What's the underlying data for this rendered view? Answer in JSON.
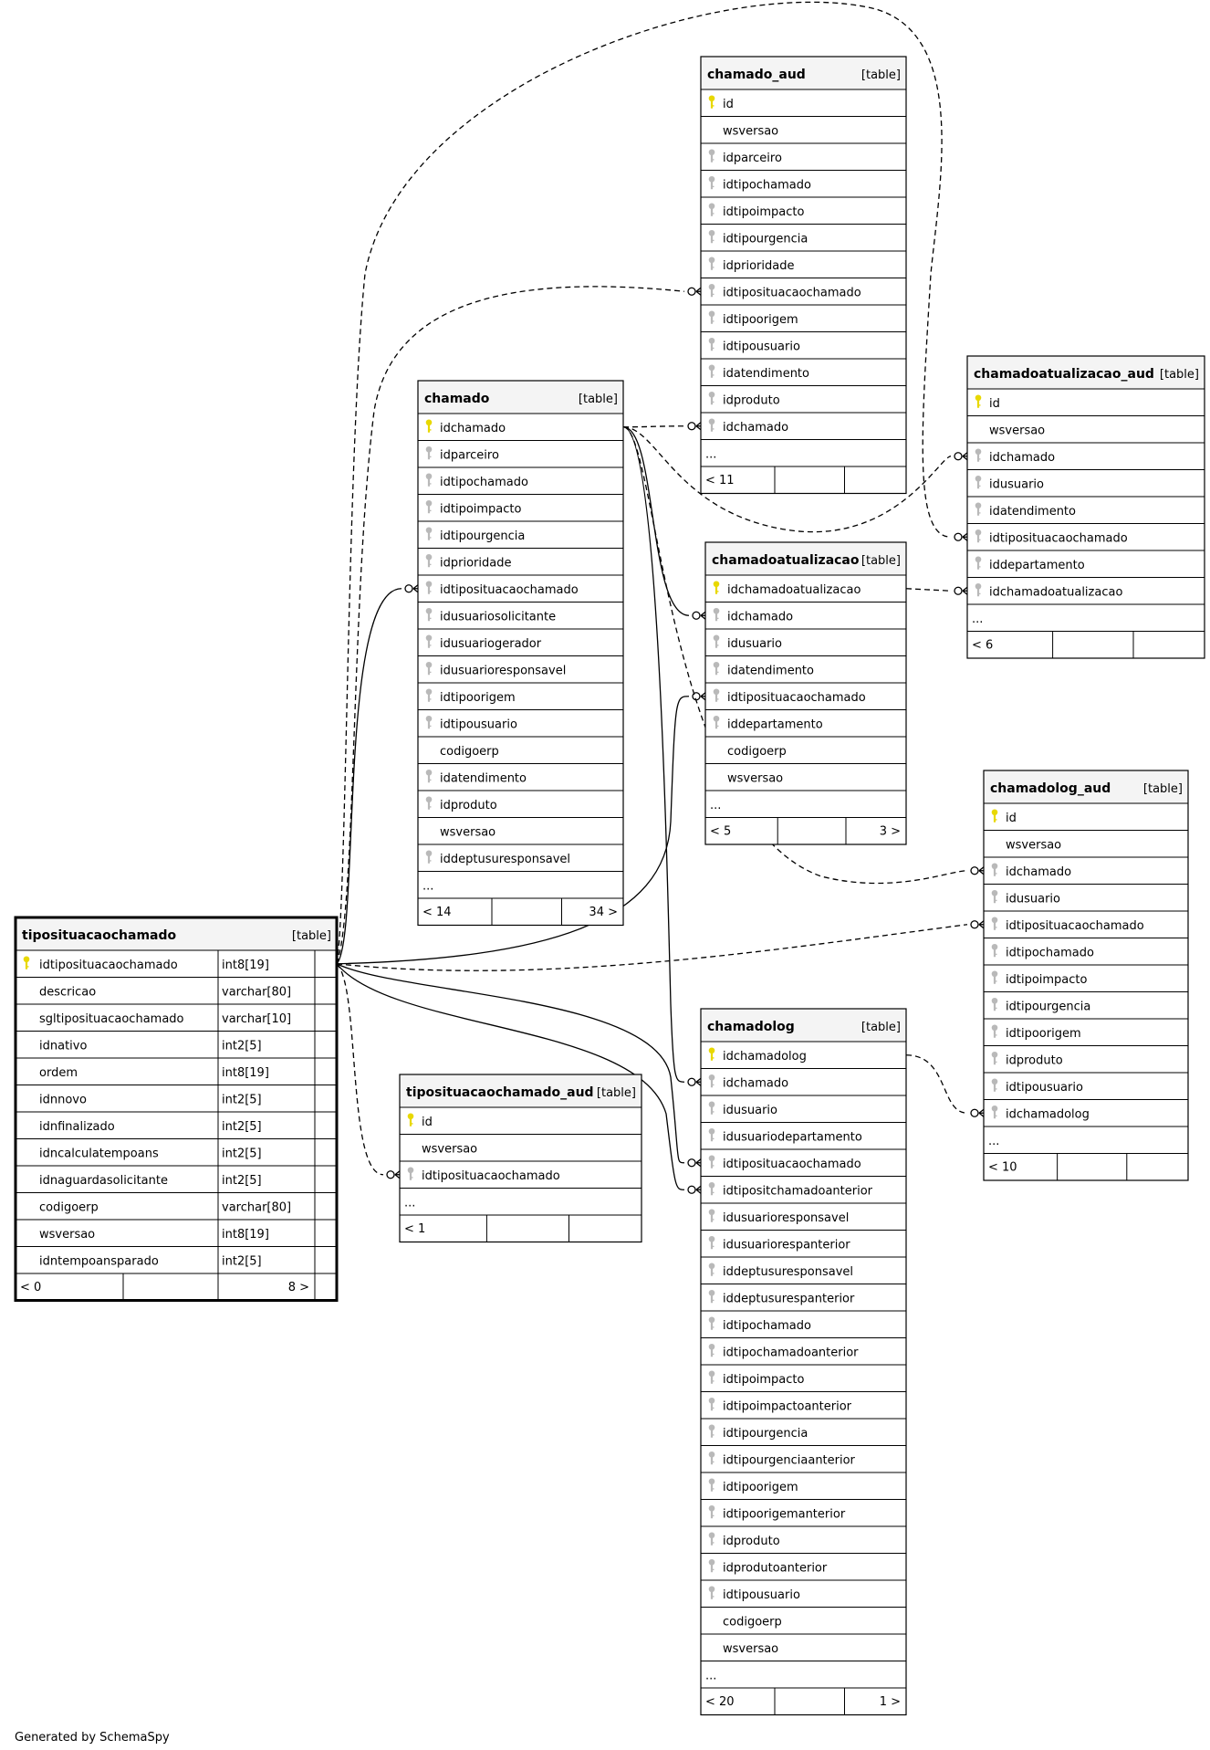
{
  "footer": {
    "generated": "Generated by SchemaSpy"
  },
  "colors": {
    "header_bg": "#f4f4f4",
    "border": "#000000",
    "pk_icon": "#e8d800",
    "fk_icon": "#b9b9b9",
    "edge": "#000000"
  },
  "tables": [
    {
      "id": "chamado_aud",
      "name": "chamado_aud",
      "tag": "[table]",
      "columns": [
        {
          "name": "id",
          "icon": "pk"
        },
        {
          "name": "wsversao",
          "icon": "none"
        },
        {
          "name": "idparceiro",
          "icon": "fk"
        },
        {
          "name": "idtipochamado",
          "icon": "fk"
        },
        {
          "name": "idtipoimpacto",
          "icon": "fk"
        },
        {
          "name": "idtipourgencia",
          "icon": "fk"
        },
        {
          "name": "idprioridade",
          "icon": "fk"
        },
        {
          "name": "idtiposituacaochamado",
          "icon": "fk"
        },
        {
          "name": "idtipoorigem",
          "icon": "fk"
        },
        {
          "name": "idtipousuario",
          "icon": "fk"
        },
        {
          "name": "idatendimento",
          "icon": "fk"
        },
        {
          "name": "idproduto",
          "icon": "fk"
        },
        {
          "name": "idchamado",
          "icon": "fk"
        },
        {
          "name": "...",
          "icon": "none"
        }
      ],
      "footer": {
        "left": "< 11",
        "right": ""
      }
    },
    {
      "id": "chamado",
      "name": "chamado",
      "tag": "[table]",
      "columns": [
        {
          "name": "idchamado",
          "icon": "pk"
        },
        {
          "name": "idparceiro",
          "icon": "fk"
        },
        {
          "name": "idtipochamado",
          "icon": "fk"
        },
        {
          "name": "idtipoimpacto",
          "icon": "fk"
        },
        {
          "name": "idtipourgencia",
          "icon": "fk"
        },
        {
          "name": "idprioridade",
          "icon": "fk"
        },
        {
          "name": "idtiposituacaochamado",
          "icon": "fk"
        },
        {
          "name": "idusuariosolicitante",
          "icon": "fk"
        },
        {
          "name": "idusuariogerador",
          "icon": "fk"
        },
        {
          "name": "idusuarioresponsavel",
          "icon": "fk"
        },
        {
          "name": "idtipoorigem",
          "icon": "fk"
        },
        {
          "name": "idtipousuario",
          "icon": "fk"
        },
        {
          "name": "codigoerp",
          "icon": "none"
        },
        {
          "name": "idatendimento",
          "icon": "fk"
        },
        {
          "name": "idproduto",
          "icon": "fk"
        },
        {
          "name": "wsversao",
          "icon": "none"
        },
        {
          "name": "iddeptusuresponsavel",
          "icon": "fk"
        },
        {
          "name": "...",
          "icon": "none"
        }
      ],
      "footer": {
        "left": "< 14",
        "right": "34 >"
      }
    },
    {
      "id": "chamadoatualizacao_aud",
      "name": "chamadoatualizacao_aud",
      "tag": "[table]",
      "columns": [
        {
          "name": "id",
          "icon": "pk"
        },
        {
          "name": "wsversao",
          "icon": "none"
        },
        {
          "name": "idchamado",
          "icon": "fk"
        },
        {
          "name": "idusuario",
          "icon": "fk"
        },
        {
          "name": "idatendimento",
          "icon": "fk"
        },
        {
          "name": "idtiposituacaochamado",
          "icon": "fk"
        },
        {
          "name": "iddepartamento",
          "icon": "fk"
        },
        {
          "name": "idchamadoatualizacao",
          "icon": "fk"
        },
        {
          "name": "...",
          "icon": "none"
        }
      ],
      "footer": {
        "left": "< 6",
        "right": ""
      }
    },
    {
      "id": "chamadoatualizacao",
      "name": "chamadoatualizacao",
      "tag": "[table]",
      "columns": [
        {
          "name": "idchamadoatualizacao",
          "icon": "pk"
        },
        {
          "name": "idchamado",
          "icon": "fk"
        },
        {
          "name": "idusuario",
          "icon": "fk"
        },
        {
          "name": "idatendimento",
          "icon": "fk"
        },
        {
          "name": "idtiposituacaochamado",
          "icon": "fk"
        },
        {
          "name": "iddepartamento",
          "icon": "fk"
        },
        {
          "name": "codigoerp",
          "icon": "none"
        },
        {
          "name": "wsversao",
          "icon": "none"
        },
        {
          "name": "...",
          "icon": "none"
        }
      ],
      "footer": {
        "left": "< 5",
        "right": "3 >"
      }
    },
    {
      "id": "chamadolog_aud",
      "name": "chamadolog_aud",
      "tag": "[table]",
      "columns": [
        {
          "name": "id",
          "icon": "pk"
        },
        {
          "name": "wsversao",
          "icon": "none"
        },
        {
          "name": "idchamado",
          "icon": "fk"
        },
        {
          "name": "idusuario",
          "icon": "fk"
        },
        {
          "name": "idtiposituacaochamado",
          "icon": "fk"
        },
        {
          "name": "idtipochamado",
          "icon": "fk"
        },
        {
          "name": "idtipoimpacto",
          "icon": "fk"
        },
        {
          "name": "idtipourgencia",
          "icon": "fk"
        },
        {
          "name": "idtipoorigem",
          "icon": "fk"
        },
        {
          "name": "idproduto",
          "icon": "fk"
        },
        {
          "name": "idtipousuario",
          "icon": "fk"
        },
        {
          "name": "idchamadolog",
          "icon": "fk"
        },
        {
          "name": "...",
          "icon": "none"
        }
      ],
      "footer": {
        "left": "< 10",
        "right": ""
      }
    },
    {
      "id": "tiposituacaochamado",
      "name": "tiposituacaochamado",
      "tag": "[table]",
      "columns": [
        {
          "name": "idtiposituacaochamado",
          "type": "int8[19]",
          "icon": "pk"
        },
        {
          "name": "descricao",
          "type": "varchar[80]",
          "icon": "none"
        },
        {
          "name": "sgltiposituacaochamado",
          "type": "varchar[10]",
          "icon": "none"
        },
        {
          "name": "idnativo",
          "type": "int2[5]",
          "icon": "none"
        },
        {
          "name": "ordem",
          "type": "int8[19]",
          "icon": "none"
        },
        {
          "name": "idnnovo",
          "type": "int2[5]",
          "icon": "none"
        },
        {
          "name": "idnfinalizado",
          "type": "int2[5]",
          "icon": "none"
        },
        {
          "name": "idncalculatempoans",
          "type": "int2[5]",
          "icon": "none"
        },
        {
          "name": "idnaguardasolicitante",
          "type": "int2[5]",
          "icon": "none"
        },
        {
          "name": "codigoerp",
          "type": "varchar[80]",
          "icon": "none"
        },
        {
          "name": "wsversao",
          "type": "int8[19]",
          "icon": "none"
        },
        {
          "name": "idntempoansparado",
          "type": "int2[5]",
          "icon": "none"
        }
      ],
      "footer": {
        "left": "< 0",
        "right": "8 >"
      }
    },
    {
      "id": "tiposituacaochamado_aud",
      "name": "tiposituacaochamado_aud",
      "tag": "[table]",
      "columns": [
        {
          "name": "id",
          "icon": "pk"
        },
        {
          "name": "wsversao",
          "icon": "none"
        },
        {
          "name": "idtiposituacaochamado",
          "icon": "fk"
        },
        {
          "name": "...",
          "icon": "none"
        }
      ],
      "footer": {
        "left": "< 1",
        "right": ""
      }
    },
    {
      "id": "chamadolog",
      "name": "chamadolog",
      "tag": "[table]",
      "columns": [
        {
          "name": "idchamadolog",
          "icon": "pk"
        },
        {
          "name": "idchamado",
          "icon": "fk"
        },
        {
          "name": "idusuario",
          "icon": "fk"
        },
        {
          "name": "idusuariodepartamento",
          "icon": "fk"
        },
        {
          "name": "idtiposituacaochamado",
          "icon": "fk"
        },
        {
          "name": "idtipositchamadoanterior",
          "icon": "fk"
        },
        {
          "name": "idusuarioresponsavel",
          "icon": "fk"
        },
        {
          "name": "idusuariorespanterior",
          "icon": "fk"
        },
        {
          "name": "iddeptusuresponsavel",
          "icon": "fk"
        },
        {
          "name": "iddeptusurespanterior",
          "icon": "fk"
        },
        {
          "name": "idtipochamado",
          "icon": "fk"
        },
        {
          "name": "idtipochamadoanterior",
          "icon": "fk"
        },
        {
          "name": "idtipoimpacto",
          "icon": "fk"
        },
        {
          "name": "idtipoimpactoanterior",
          "icon": "fk"
        },
        {
          "name": "idtipourgencia",
          "icon": "fk"
        },
        {
          "name": "idtipourgenciaanterior",
          "icon": "fk"
        },
        {
          "name": "idtipoorigem",
          "icon": "fk"
        },
        {
          "name": "idtipoorigemanterior",
          "icon": "fk"
        },
        {
          "name": "idproduto",
          "icon": "fk"
        },
        {
          "name": "idprodutoanterior",
          "icon": "fk"
        },
        {
          "name": "idtipousuario",
          "icon": "fk"
        },
        {
          "name": "codigoerp",
          "icon": "none"
        },
        {
          "name": "wsversao",
          "icon": "none"
        },
        {
          "name": "...",
          "icon": "none"
        }
      ],
      "footer": {
        "left": "< 20",
        "right": "1 >"
      }
    }
  ]
}
